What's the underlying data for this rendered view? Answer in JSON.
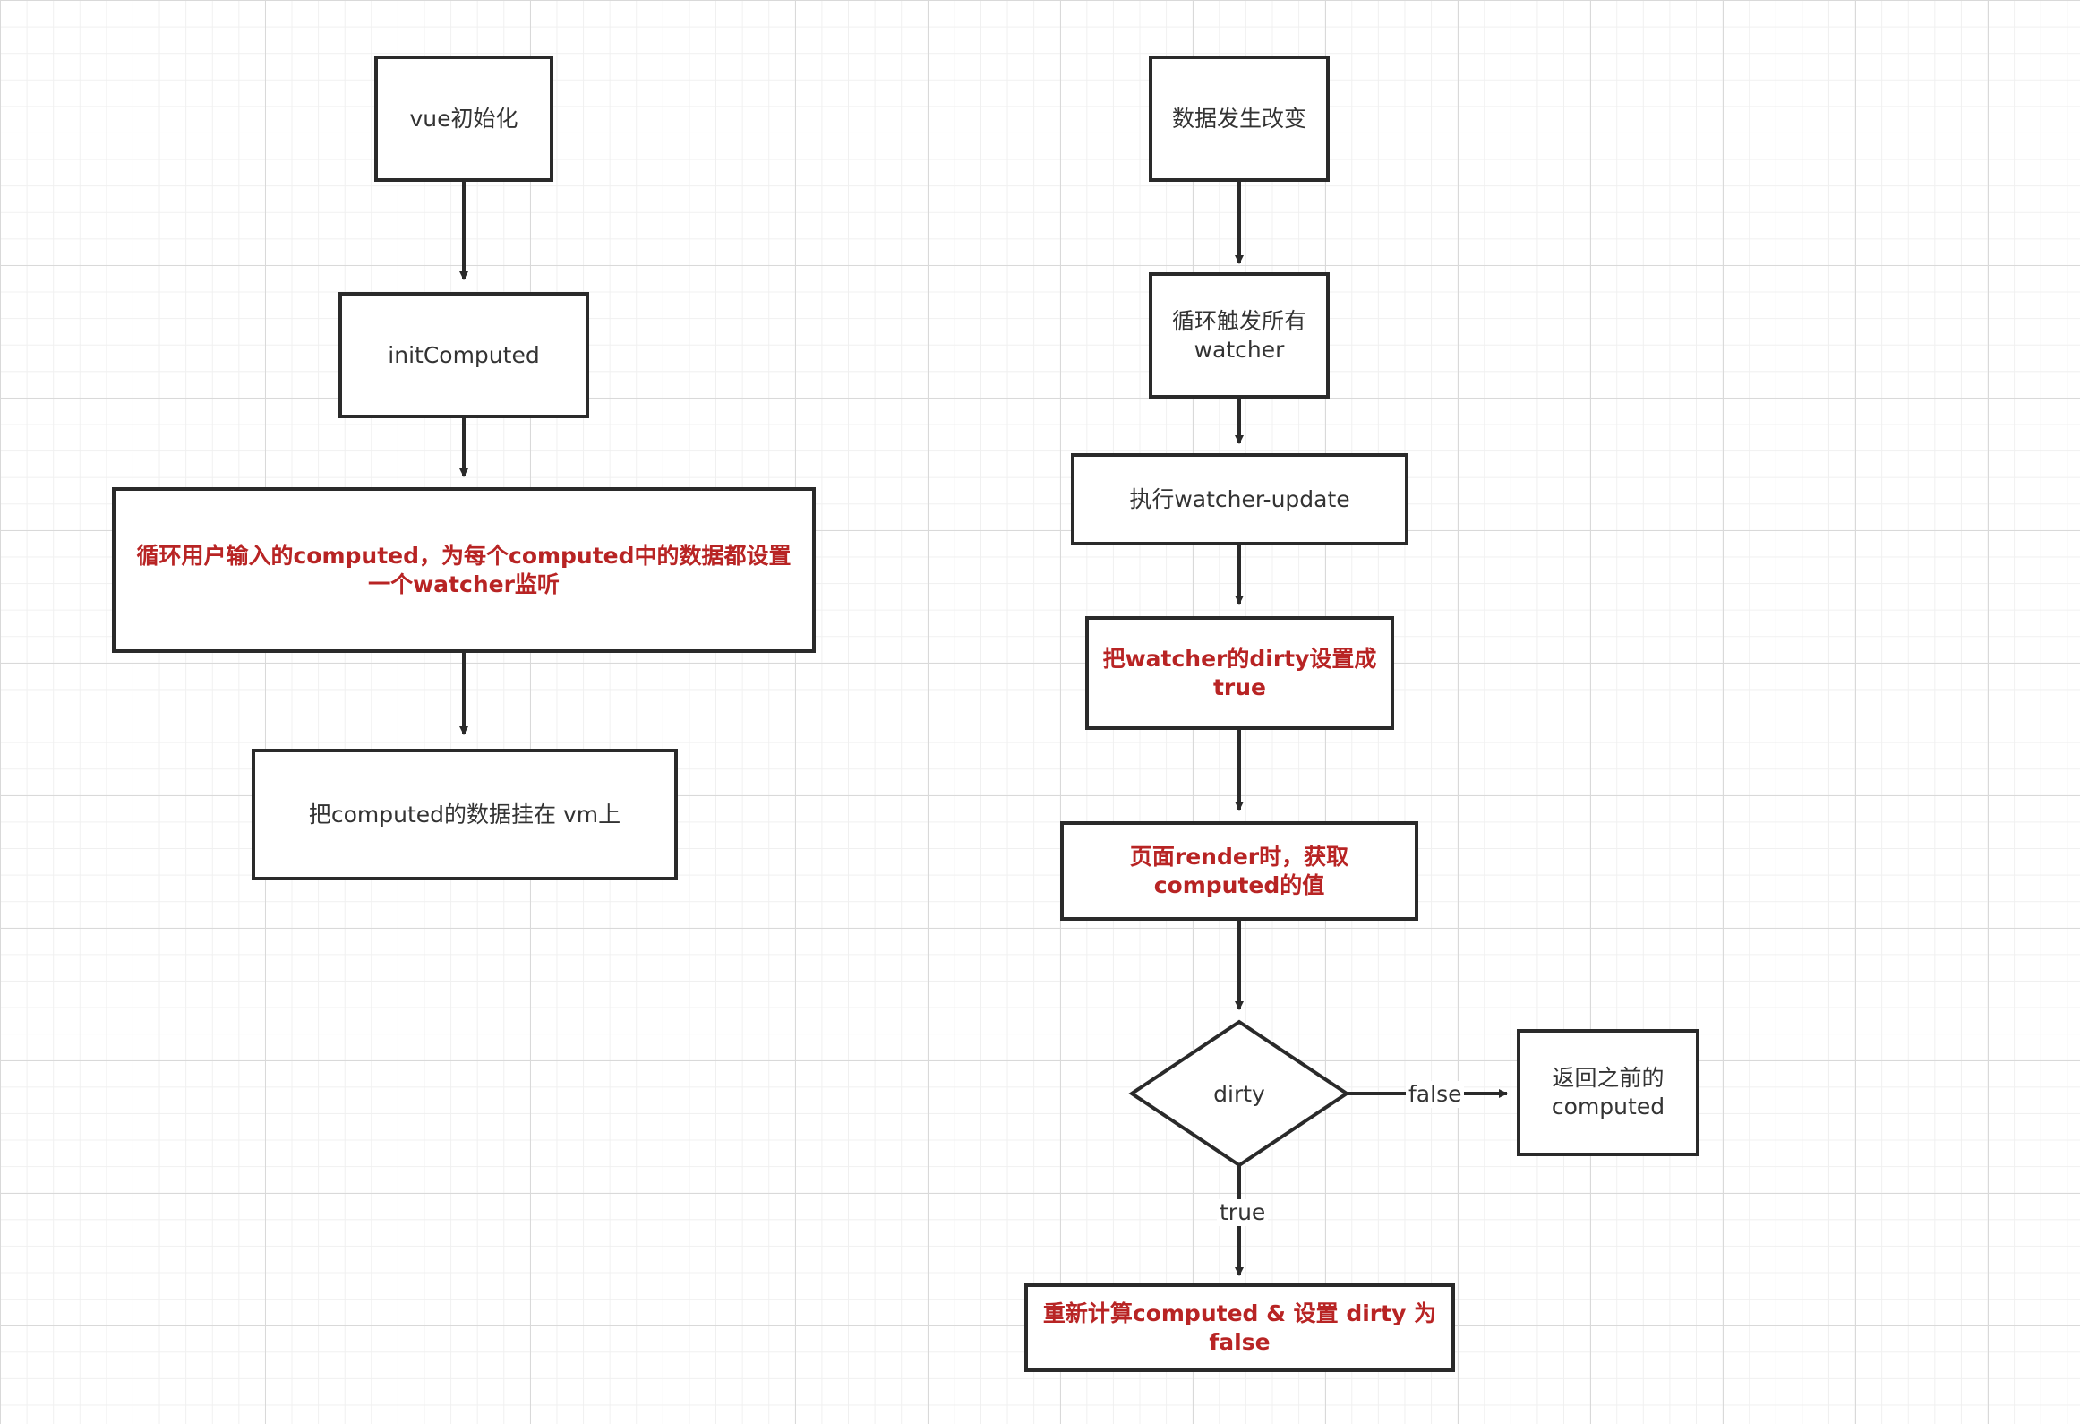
{
  "left_flow": {
    "vue_init": "vue初始化",
    "init_computed": "initComputed",
    "loop_computed": "循环用户输入的computed，为每个computed中的数据都设置一个watcher监听",
    "mount_vm": "把computed的数据挂在 vm上"
  },
  "right_flow": {
    "data_change": "数据发生改变",
    "trigger_watchers": "循环触发所有watcher",
    "watcher_update": "执行watcher-update",
    "set_dirty_true": "把watcher的dirty设置成true",
    "render_get": "页面render时，获取computed的值",
    "dirty_decision": "dirty",
    "false_label": "false",
    "true_label": "true",
    "return_previous": "返回之前的computed",
    "recompute": "重新计算computed & 设置 dirty 为 false"
  },
  "colors": {
    "highlight_text": "#b82424",
    "border": "#2a2a2a",
    "text": "#333333"
  }
}
